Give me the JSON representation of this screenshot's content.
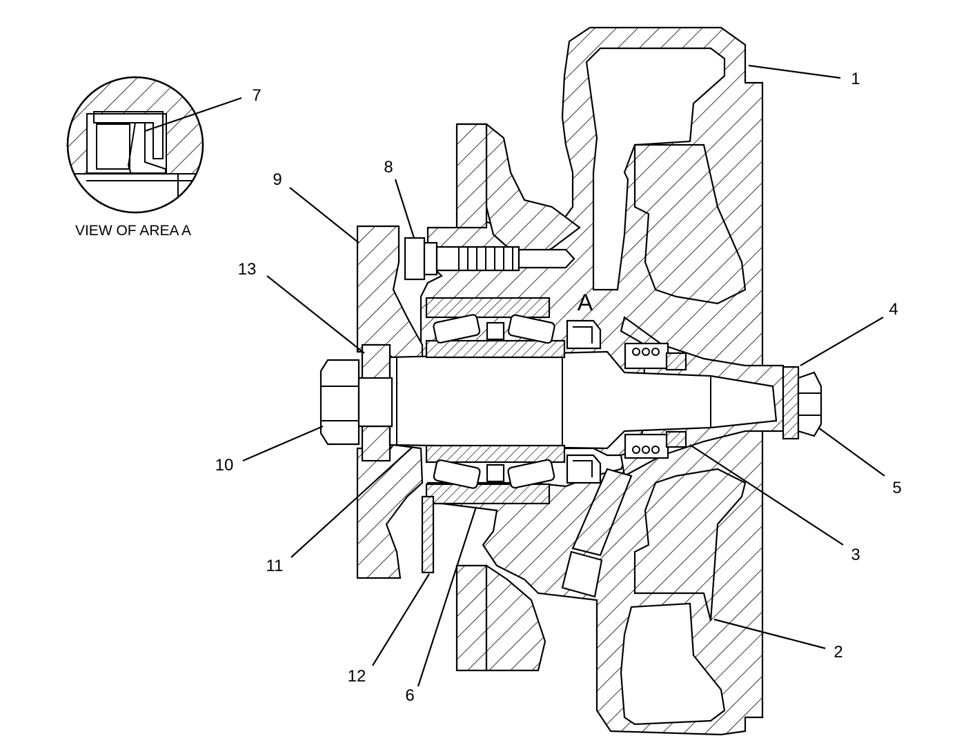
{
  "diagram": {
    "callouts": [
      "1",
      "2",
      "3",
      "4",
      "5",
      "6",
      "7",
      "8",
      "9",
      "10",
      "11",
      "12",
      "13"
    ],
    "area_label": "A",
    "detail_caption": "VIEW OF AREA A"
  },
  "colors": {
    "line": "#000000",
    "background": "#ffffff"
  }
}
